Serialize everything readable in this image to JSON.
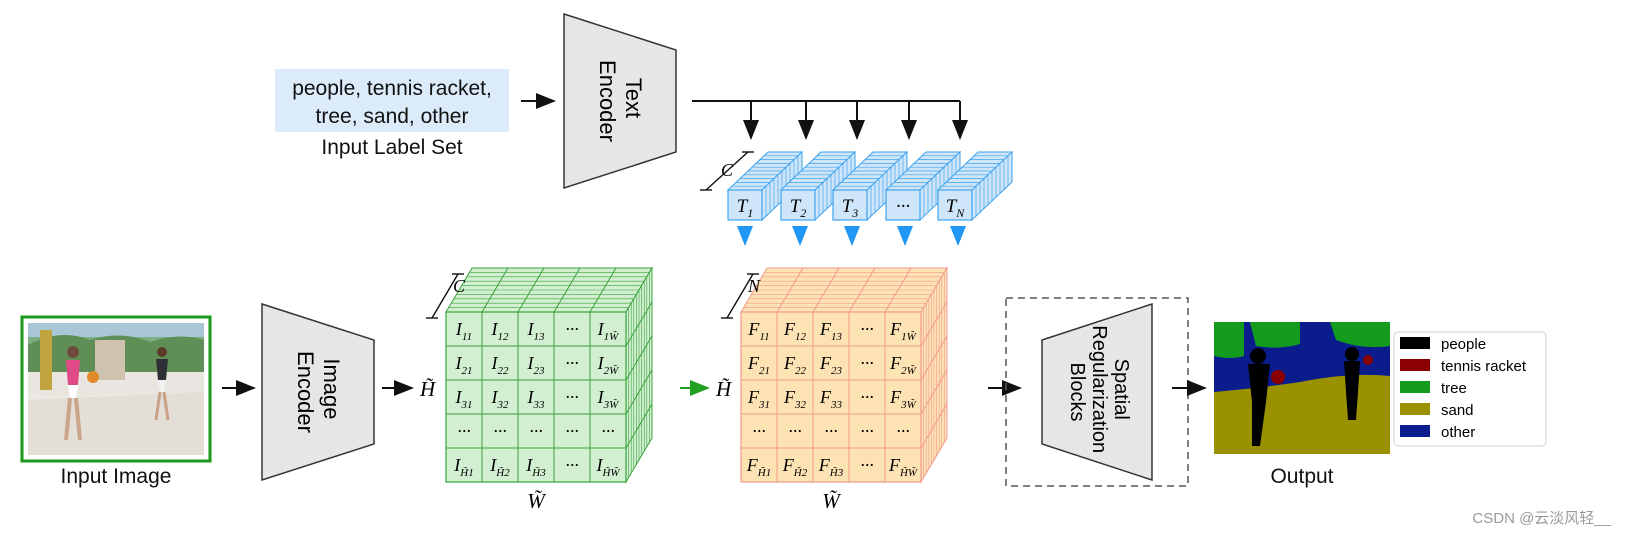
{
  "input_label_set": {
    "line1": "people, tennis racket,",
    "line2": "tree, sand, other",
    "caption": "Input Label Set"
  },
  "text_encoder": {
    "line1": "Text",
    "line2": "Encoder"
  },
  "image_encoder": {
    "line1": "Image",
    "line2": "Encoder"
  },
  "spatial_reg": {
    "line1": "Spatial",
    "line2": "Regularization",
    "line3": "Blocks"
  },
  "input_image": {
    "caption": "Input Image"
  },
  "output": {
    "caption": "Output"
  },
  "text_features": {
    "dim_label": "C",
    "tokens": [
      {
        "base": "T",
        "sub": "1"
      },
      {
        "base": "T",
        "sub": "2"
      },
      {
        "base": "T",
        "sub": "3"
      },
      {
        "base": "···",
        "sub": ""
      },
      {
        "base": "T",
        "sub": "N"
      }
    ]
  },
  "image_features": {
    "dim_label": "C",
    "height_label": "H̃",
    "width_label": "W̃",
    "rows": [
      [
        {
          "b": "I",
          "s": "11"
        },
        {
          "b": "I",
          "s": "12"
        },
        {
          "b": "I",
          "s": "13"
        },
        {
          "b": "···",
          "s": ""
        },
        {
          "b": "I",
          "s": "1W̃"
        }
      ],
      [
        {
          "b": "I",
          "s": "21"
        },
        {
          "b": "I",
          "s": "22"
        },
        {
          "b": "I",
          "s": "23"
        },
        {
          "b": "···",
          "s": ""
        },
        {
          "b": "I",
          "s": "2W̃"
        }
      ],
      [
        {
          "b": "I",
          "s": "31"
        },
        {
          "b": "I",
          "s": "32"
        },
        {
          "b": "I",
          "s": "33"
        },
        {
          "b": "···",
          "s": ""
        },
        {
          "b": "I",
          "s": "3W̃"
        }
      ],
      [
        {
          "b": "···",
          "s": ""
        },
        {
          "b": "···",
          "s": ""
        },
        {
          "b": "···",
          "s": ""
        },
        {
          "b": "···",
          "s": ""
        },
        {
          "b": "···",
          "s": ""
        }
      ],
      [
        {
          "b": "I",
          "s": "H̃1"
        },
        {
          "b": "I",
          "s": "H̃2"
        },
        {
          "b": "I",
          "s": "H̃3"
        },
        {
          "b": "···",
          "s": ""
        },
        {
          "b": "I",
          "s": "H̃W̃"
        }
      ]
    ]
  },
  "fused_features": {
    "dim_label": "N",
    "height_label": "H̃",
    "width_label": "W̃",
    "rows": [
      [
        {
          "b": "F",
          "s": "11"
        },
        {
          "b": "F",
          "s": "12"
        },
        {
          "b": "F",
          "s": "13"
        },
        {
          "b": "···",
          "s": ""
        },
        {
          "b": "F",
          "s": "1W̃"
        }
      ],
      [
        {
          "b": "F",
          "s": "21"
        },
        {
          "b": "F",
          "s": "22"
        },
        {
          "b": "F",
          "s": "23"
        },
        {
          "b": "···",
          "s": ""
        },
        {
          "b": "F",
          "s": "2W̃"
        }
      ],
      [
        {
          "b": "F",
          "s": "31"
        },
        {
          "b": "F",
          "s": "32"
        },
        {
          "b": "F",
          "s": "33"
        },
        {
          "b": "···",
          "s": ""
        },
        {
          "b": "F",
          "s": "3W̃"
        }
      ],
      [
        {
          "b": "···",
          "s": ""
        },
        {
          "b": "···",
          "s": ""
        },
        {
          "b": "···",
          "s": ""
        },
        {
          "b": "···",
          "s": ""
        },
        {
          "b": "···",
          "s": ""
        }
      ],
      [
        {
          "b": "F",
          "s": "H̃1"
        },
        {
          "b": "F",
          "s": "H̃2"
        },
        {
          "b": "F",
          "s": "H̃3"
        },
        {
          "b": "···",
          "s": ""
        },
        {
          "b": "F",
          "s": "H̃W̃"
        }
      ]
    ]
  },
  "legend": [
    {
      "label": "people",
      "color": "#000000"
    },
    {
      "label": "tennis racket",
      "color": "#8b0000"
    },
    {
      "label": "tree",
      "color": "#129b1e"
    },
    {
      "label": "sand",
      "color": "#999100"
    },
    {
      "label": "other",
      "color": "#0b1d8c"
    }
  ],
  "colors": {
    "text_feature_face": "#cfe6fa",
    "text_feature_edge": "#3ea3ee",
    "image_feature_face": "#d2efd2",
    "image_feature_edge": "#3aa33a",
    "fused_feature_face": "#fde2b3",
    "fused_feature_edge": "#f39a8e",
    "encoder_fill": "#e6e6e6",
    "blue_arrow": "#2196f3",
    "green_arrow": "#22a022"
  },
  "watermark": "CSDN @云淡风轻__"
}
